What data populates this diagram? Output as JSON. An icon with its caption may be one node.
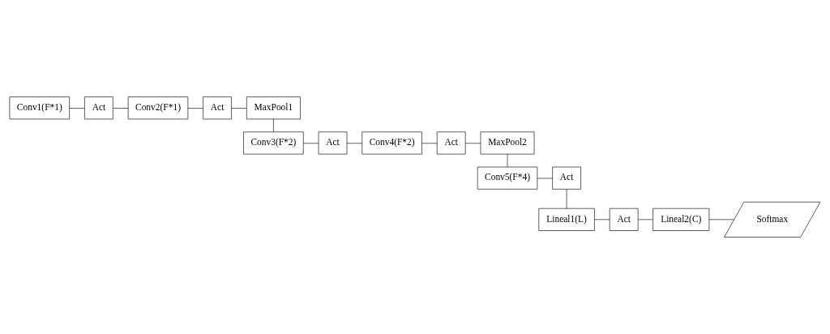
{
  "diagram": {
    "nodes": [
      {
        "text": [
          "Conv1(F*1)"
        ]
      },
      {
        "text": [
          "Act"
        ]
      },
      {
        "text": [
          "Conv2(F*1)"
        ]
      },
      {
        "text": [
          "Act"
        ]
      },
      {
        "text": [
          "MaxPool1"
        ]
      },
      {
        "text": [
          "Conv3(F*2)"
        ]
      },
      {
        "text": [
          "Act"
        ]
      },
      {
        "text": [
          "Conv4(F*2)"
        ]
      },
      {
        "text": [
          "Act"
        ]
      },
      {
        "text": [
          "MaxPool2"
        ]
      },
      {
        "text": [
          "Conv5(F*4)"
        ]
      },
      {
        "text": [
          "Act"
        ]
      },
      {
        "text": [
          "Lineal1(L)"
        ]
      },
      {
        "text": [
          "Act"
        ]
      },
      {
        "text": [
          "Lineal2(C)"
        ]
      },
      {
        "text": [
          "Softmax"
        ]
      }
    ],
    "edges": [
      {
        "from": 0,
        "to": 1,
        "arrow": "none"
      },
      {
        "from": 1,
        "to": 2,
        "arrow": "none"
      },
      {
        "from": 2,
        "to": 3,
        "arrow": "none"
      },
      {
        "from": 3,
        "to": 4,
        "arrow": "none"
      },
      {
        "from": 4,
        "to": 5,
        "arrow": "none"
      },
      {
        "from": 5,
        "to": 6,
        "arrow": "none"
      },
      {
        "from": 6,
        "to": 7,
        "arrow": "none"
      },
      {
        "from": 7,
        "to": 8,
        "arrow": "none"
      },
      {
        "from": 8,
        "to": 9,
        "arrow": "none"
      },
      {
        "from": 9,
        "to": 10,
        "arrow": "none"
      },
      {
        "from": 10,
        "to": 11,
        "arrow": "none"
      },
      {
        "from": 11,
        "to": 12,
        "arrow": "none"
      },
      {
        "from": 12,
        "to": 13,
        "arrow": "none"
      },
      {
        "from": 13,
        "to": 14,
        "arrow": "none"
      },
      {
        "from": 14,
        "to": 15,
        "arrow": "none"
      }
    ]
  }
}
